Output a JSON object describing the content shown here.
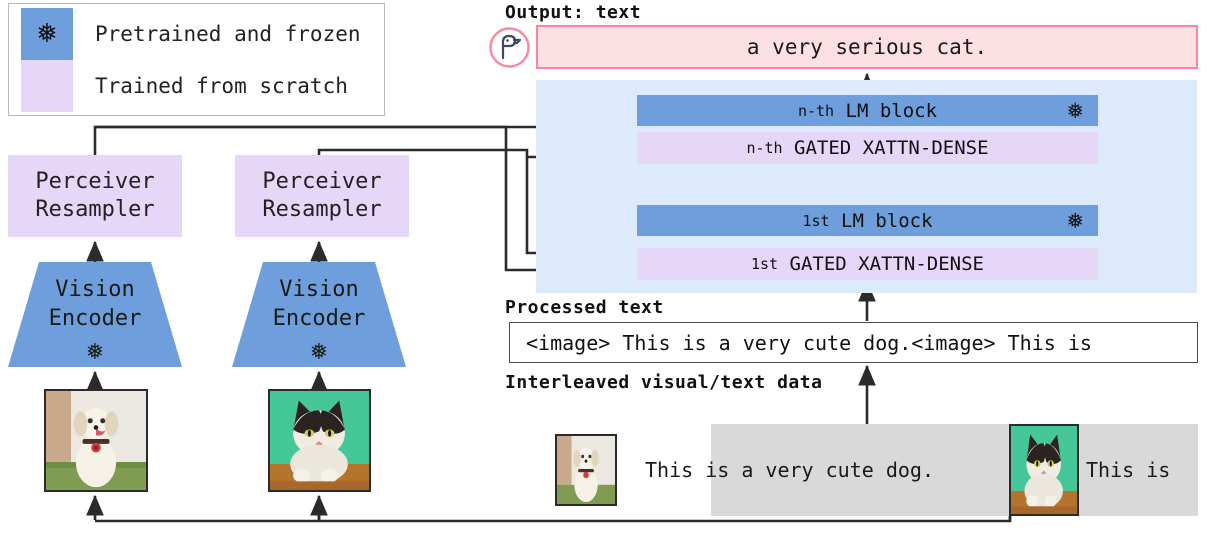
{
  "legend": {
    "items": [
      {
        "label": "Pretrained and frozen",
        "swatch": "frozen-blue",
        "icon": "snowflake-icon",
        "color": "#6e9fdc"
      },
      {
        "label": "Trained from scratch",
        "swatch": "trained-purple",
        "icon": "",
        "color": "#e6d6f7"
      }
    ]
  },
  "vision_path": {
    "resampler_line1": "Perceiver",
    "resampler_line2": "Resampler",
    "encoder_line1": "Vision",
    "encoder_line2": "Encoder",
    "frozen_glyph": "❅",
    "images": [
      {
        "name": "dog-photo",
        "alt": "puppy sitting on grass"
      },
      {
        "name": "cat-photo",
        "alt": "black and white cat on green background"
      }
    ]
  },
  "output": {
    "label": "Output: text",
    "text": "a very serious cat.",
    "icon": "flamingo-icon",
    "box_fill": "#fde0e4",
    "box_border": "#f9879f"
  },
  "lm": {
    "container_fill": "#ddeafb",
    "blocks": [
      {
        "ordinal": "n-th",
        "name": "LM block",
        "kind": "frozen"
      },
      {
        "ordinal": "n-th",
        "name": "GATED XATTN-DENSE",
        "kind": "trained"
      },
      {
        "ordinal": "1st",
        "name": "LM block",
        "kind": "frozen"
      },
      {
        "ordinal": "1st",
        "name": "GATED XATTN-DENSE",
        "kind": "trained"
      }
    ]
  },
  "processed_text": {
    "label": "Processed text",
    "value": "<image> This is a very cute dog.<image> This is"
  },
  "interleaved": {
    "label": "Interleaved visual/text data",
    "strip_fill": "#d9d9d9",
    "segments": [
      {
        "type": "image",
        "name": "dog-thumb"
      },
      {
        "type": "text",
        "value": "This is a very cute dog."
      },
      {
        "type": "image",
        "name": "cat-thumb"
      },
      {
        "type": "text",
        "value": "This is"
      }
    ]
  }
}
